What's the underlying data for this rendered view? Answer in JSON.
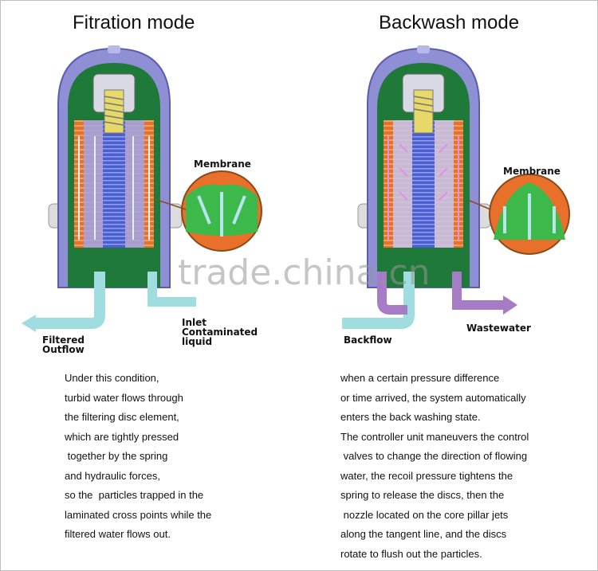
{
  "filtration": {
    "title": "Fitration mode",
    "labels": {
      "membrane": "Membrane",
      "filtered_outflow": [
        "Filtered",
        "Outflow"
      ],
      "inlet": [
        "Inlet",
        "Contaminated",
        "liquid"
      ]
    },
    "description": [
      "Under this condition,",
      "turbid water flows through",
      "the filtering disc element,",
      "which are tightly pressed",
      " together by the spring",
      "and hydraulic forces,",
      "so the  particles trapped in the",
      "laminated cross points while the",
      "filtered water flows out."
    ]
  },
  "backwash": {
    "title": "Backwash mode",
    "labels": {
      "membrane": "Membrane",
      "backflow": "Backflow",
      "wastewater": "Wastewater"
    },
    "description": [
      "when a certain pressure difference",
      "or time arrived, the system automatically",
      "enters the back washing state.",
      "The controller unit maneuvers the control",
      " valves to change the direction of flowing",
      "water, the recoil pressure tightens the",
      "spring to release the discs, then the",
      " nozzle located on the core pillar jets",
      "along the tangent line, and the discs",
      "rotate to flush out the particles."
    ]
  },
  "watermark": "trade.china.cn",
  "colors": {
    "housing": "#8f8fd6",
    "inner_green": "#1f7a3a",
    "disc_orange": "#e8702a",
    "core_blue": "#4c5fd0",
    "clean_water": "#9fdde0",
    "waste_water": "#a77cc7",
    "membrane_green": "#3db84a"
  }
}
